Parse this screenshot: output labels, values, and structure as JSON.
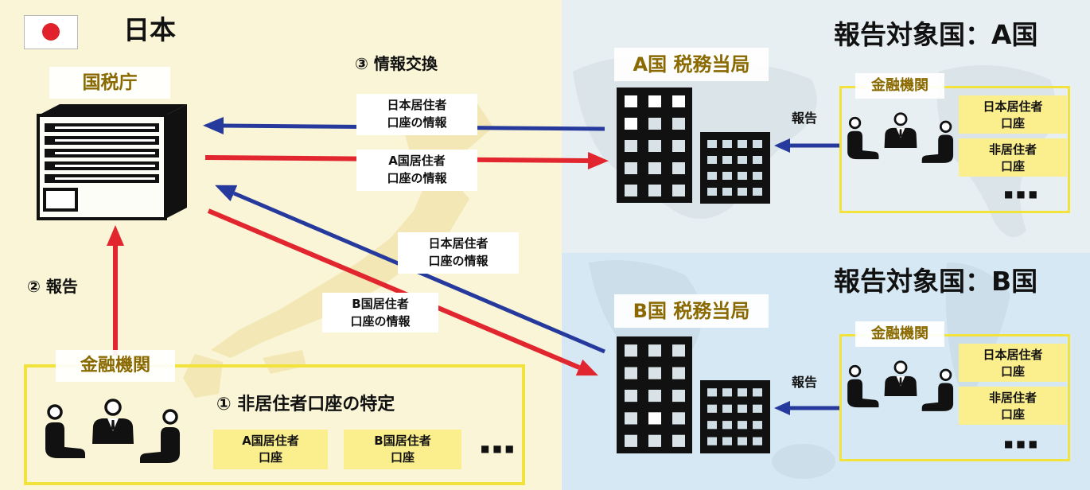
{
  "colors": {
    "red_arrow": "#e2262f",
    "blue_arrow": "#26399c",
    "label_gold": "#8a6a00",
    "account_fill": "#fbee8c",
    "frame_yellow": "#f2e23c",
    "flag_red": "#e1212b"
  },
  "japan": {
    "title": "日本",
    "tax_agency": "国税庁",
    "report_step": "② 報告",
    "exchange_step": "③ 情報交換",
    "institution": {
      "label": "金融機関",
      "step": "① 非居住者口座の特定",
      "accounts": [
        {
          "line1": "A国居住者",
          "line2": "口座"
        },
        {
          "line1": "B国居住者",
          "line2": "口座"
        }
      ],
      "more": "■■■"
    }
  },
  "exchange_labels": [
    {
      "line1": "日本居住者",
      "line2": "口座の情報"
    },
    {
      "line1": "A国居住者",
      "line2": "口座の情報"
    },
    {
      "line1": "日本居住者",
      "line2": "口座の情報"
    },
    {
      "line1": "B国居住者",
      "line2": "口座の情報"
    }
  ],
  "countries": [
    {
      "title": "報告対象国：A国",
      "tax_authority": "A国 税務当局",
      "report_label": "報告",
      "institution": {
        "label": "金融機関",
        "accounts": [
          {
            "line1": "日本居住者",
            "line2": "口座"
          },
          {
            "line1": "非居住者",
            "line2": "口座"
          }
        ],
        "more": "■■■"
      }
    },
    {
      "title": "報告対象国：B国",
      "tax_authority": "B国 税務当局",
      "report_label": "報告",
      "institution": {
        "label": "金融機関",
        "accounts": [
          {
            "line1": "日本居住者",
            "line2": "口座"
          },
          {
            "line1": "非居住者",
            "line2": "口座"
          }
        ],
        "more": "■■■"
      }
    }
  ]
}
